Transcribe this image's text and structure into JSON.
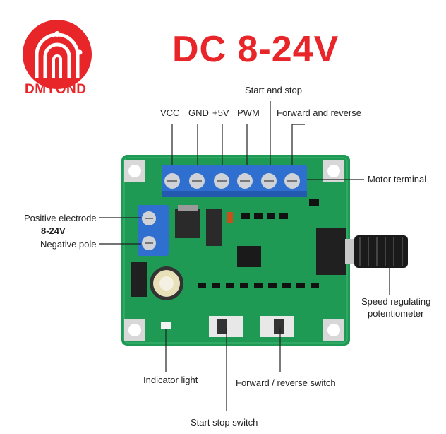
{
  "brand": {
    "name": "DMYOND",
    "color": "#e8262a"
  },
  "heading": "DC 8-24V",
  "top_labels": {
    "start_and_stop": "Start and stop",
    "vcc": "VCC",
    "gnd": "GND",
    "plus5v": "+5V",
    "pwm": "PWM",
    "forward_and_reverse": "Forward and reverse"
  },
  "side_labels": {
    "motor_terminal": "Motor terminal",
    "positive_electrode": "Positive electrode",
    "voltage": "8-24V",
    "negative_pole": "Negative pole",
    "speed_pot_line1": "Speed regulating",
    "speed_pot_line2": "potentiometer"
  },
  "bottom_labels": {
    "indicator_light": "Indicator light",
    "fwd_rev_switch": "Forward / reverse switch",
    "start_stop_switch": "Start stop switch"
  },
  "colors": {
    "pcb": "#1f9a55",
    "terminal_block": "#2f6fd0",
    "accent": "#e8262a"
  }
}
